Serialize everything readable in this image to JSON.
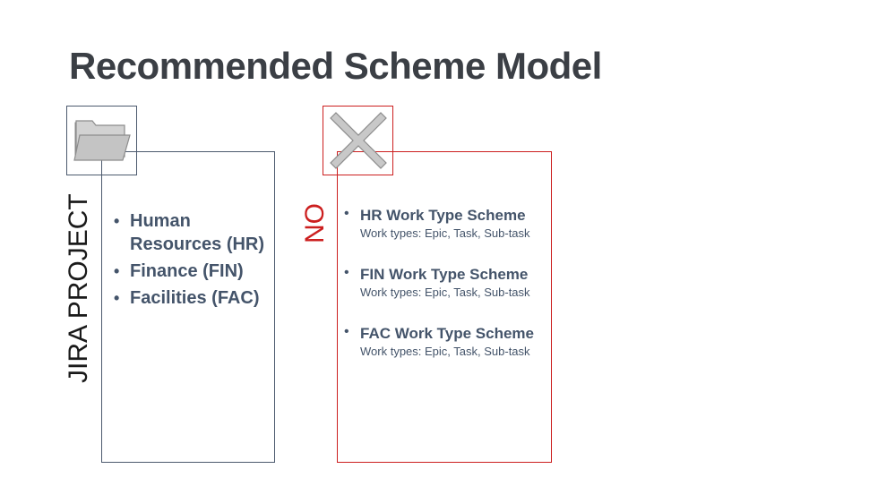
{
  "title": "Recommended Scheme Model",
  "project_panel": {
    "label": "JIRA PROJECT",
    "icon": "folder-icon",
    "items": [
      "Human Resources (HR)",
      "Finance (FIN)",
      "Facilities (FAC)"
    ]
  },
  "no_panel": {
    "label": "NO",
    "icon": "x-icon",
    "items": [
      {
        "title": "HR Work Type Scheme",
        "subtitle": "Work types: Epic, Task, Sub-task"
      },
      {
        "title": "FIN Work Type Scheme",
        "subtitle": "Work types: Epic, Task, Sub-task"
      },
      {
        "title": "FAC Work Type Scheme",
        "subtitle": "Work types: Epic, Task, Sub-task"
      }
    ]
  },
  "colors": {
    "text_dark": "#3b3f45",
    "text_slate": "#44546a",
    "border_slate": "#4c5a6e",
    "accent_red": "#cc1f1f",
    "icon_gray": "#c8c8c8"
  }
}
